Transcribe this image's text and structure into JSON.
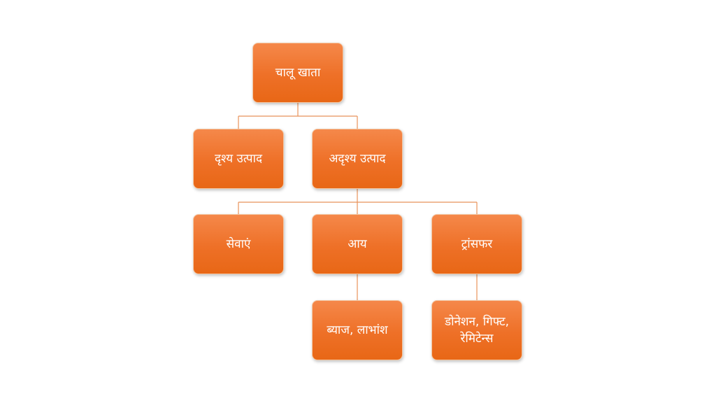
{
  "nodes": {
    "root": "चालू खाता",
    "visible": "दृश्य उत्पाद",
    "invisible": "अदृश्य उत्पाद",
    "services": "सेवाएं",
    "income": "आय",
    "transfer": "ट्रांसफर",
    "interest": "ब्याज, लाभांश",
    "donation": "डोनेशन, गिफ्ट, रेमिटेन्स"
  },
  "colors": {
    "box_fill": "#ee7027",
    "box_border": "#f2c7a4",
    "connector": "#e8925a",
    "text": "#ffffff"
  }
}
